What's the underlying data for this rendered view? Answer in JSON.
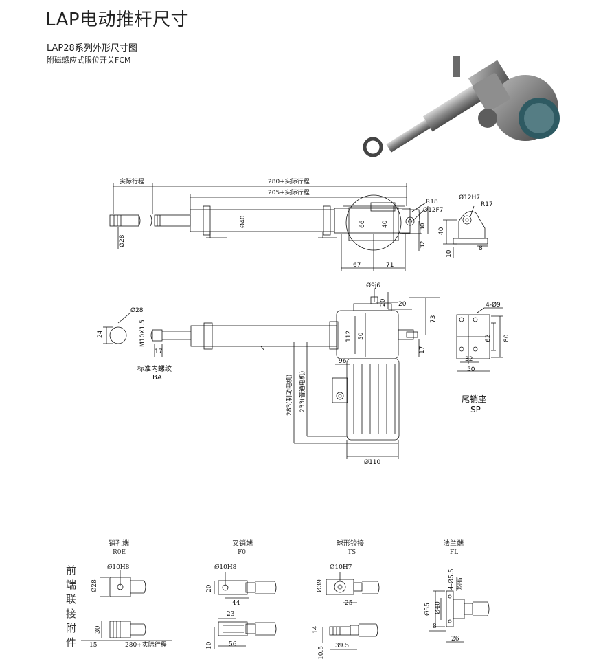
{
  "header": {
    "title": "LAP电动推杆尺寸",
    "subtitle": "LAP28系列外形尺寸图",
    "note": "附磁感应式限位开关FCM"
  },
  "top_view": {
    "stroke_label": "实际行程",
    "overall_length": "280+实际行程",
    "body_length": "205+实际行程",
    "rod_diameter": "Ø28",
    "tube_diameter": "Ø40",
    "dim_66": "66",
    "dim_40": "40",
    "dim_30": "30",
    "dim_32": "32",
    "dim_67": "67",
    "dim_71": "71",
    "radius_r18": "R18",
    "pin_hole": "Ø12F7"
  },
  "side_bracket": {
    "hole": "Ø12H7",
    "radius": "R17",
    "dim_40": "40",
    "dim_8": "8",
    "dim_10": "10"
  },
  "front_view": {
    "rod_end_dia": "Ø28",
    "thread": "M10X1.5",
    "dim_24": "24",
    "dim_17_left": "17",
    "thread_note": "标准内螺纹",
    "thread_code": "BA",
    "shaft_dia": "Ø9j6",
    "dim_20a": "20",
    "dim_20b": "20",
    "dim_73": "73",
    "dim_112": "112",
    "dim_50": "50",
    "dim_17_right": "17",
    "dim_96": "96",
    "motor_brake": "283(制动电机)",
    "motor_normal": "233(普通电机)",
    "motor_dia": "Ø110"
  },
  "rear_mount": {
    "holes": "4-Ø9",
    "dim_62": "62",
    "dim_80": "80",
    "dim_32": "32",
    "dim_50": "50",
    "name": "尾销座",
    "code": "SP"
  },
  "front_attachments": {
    "side_label": [
      "前",
      "端",
      "联",
      "接",
      "附",
      "件"
    ],
    "items": [
      {
        "name": "销孔端",
        "code": "R0E",
        "hole": "Ø10H8",
        "dia": "Ø28",
        "dim_30": "30",
        "dim_15": "15",
        "stroke": "280+实际行程"
      },
      {
        "name": "叉销端",
        "code": "F0",
        "hole": "Ø10H8",
        "dim_20": "20",
        "dim_44": "44",
        "dim_23": "23",
        "dim_56": "56",
        "dim_10": "10"
      },
      {
        "name": "球形铰接",
        "code": "TS",
        "hole": "Ø10H7",
        "dia": "Ø39",
        "dim_25": "25",
        "dim_14": "14",
        "dim_39_5": "39.5",
        "dim_10_5": "10.5"
      },
      {
        "name": "法兰端",
        "code": "FL",
        "holes": "4-Ø5.5",
        "even": "均布",
        "dia55": "Ø55",
        "dia40": "Ø40",
        "dim_8": "8",
        "dim_26": "26"
      }
    ]
  }
}
